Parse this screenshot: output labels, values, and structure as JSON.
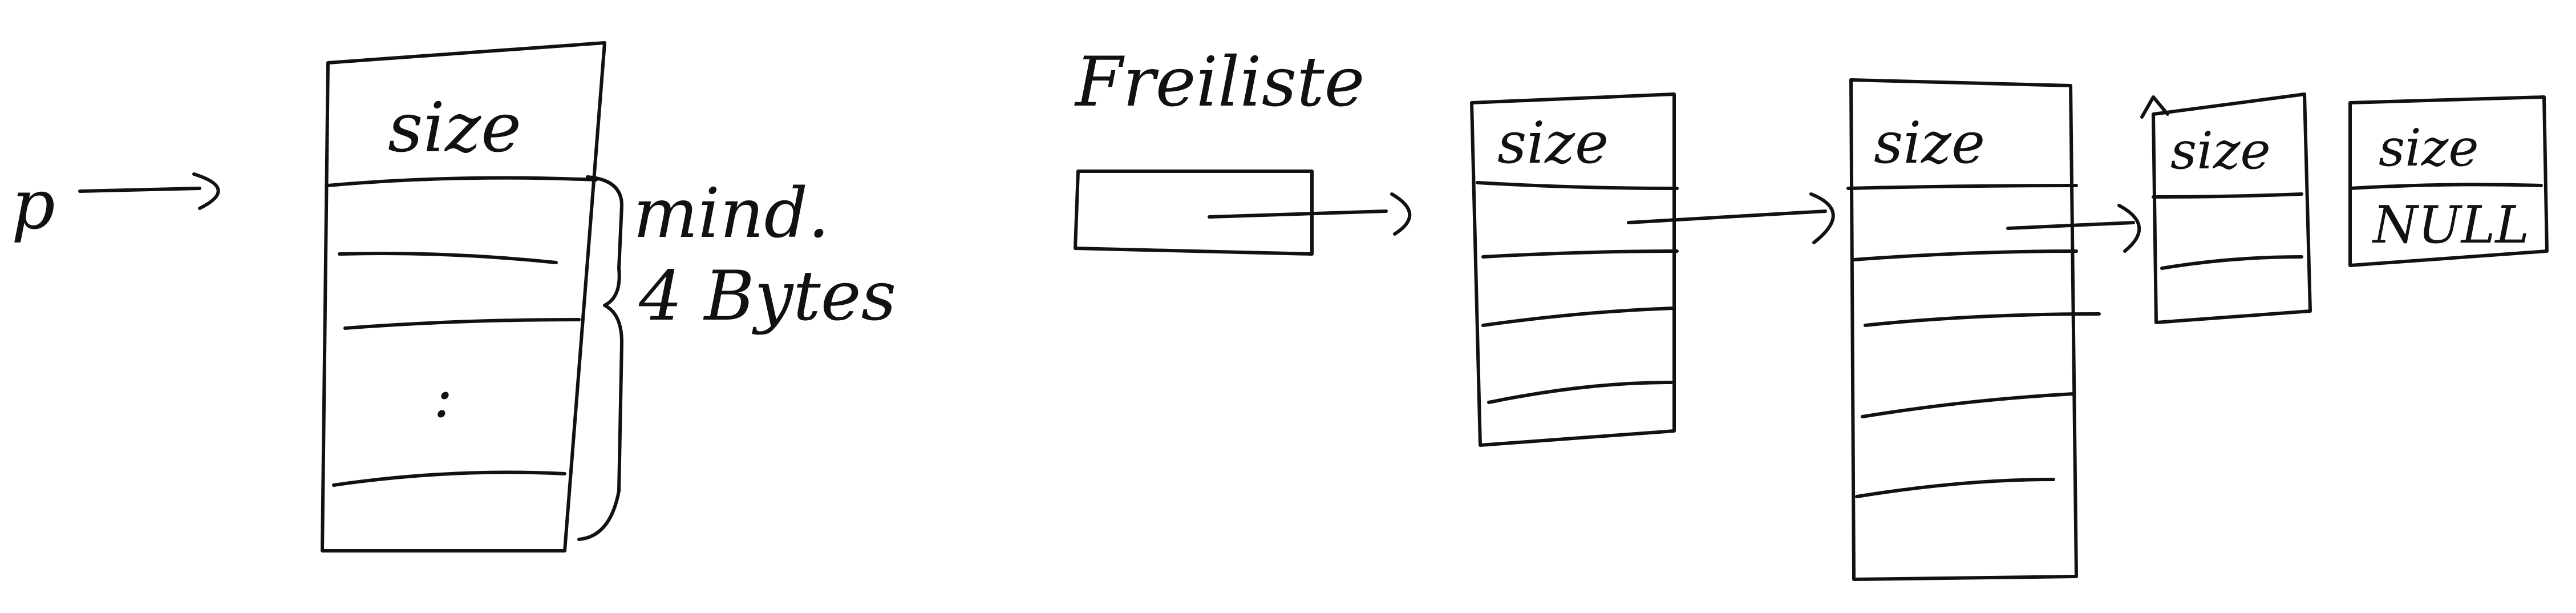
{
  "pointer_label": "p",
  "block": {
    "header": "size",
    "ellipsis": ":",
    "brace_text_line1": "mind.",
    "brace_text_line2": "4 Bytes"
  },
  "free_list": {
    "title": "Freiliste",
    "nodes": [
      {
        "header": "size"
      },
      {
        "header": "size"
      },
      {
        "header": "size"
      },
      {
        "header": "size",
        "next_value": "NULL"
      }
    ]
  },
  "colors": {
    "ink": "#111111",
    "background": "#ffffff"
  }
}
